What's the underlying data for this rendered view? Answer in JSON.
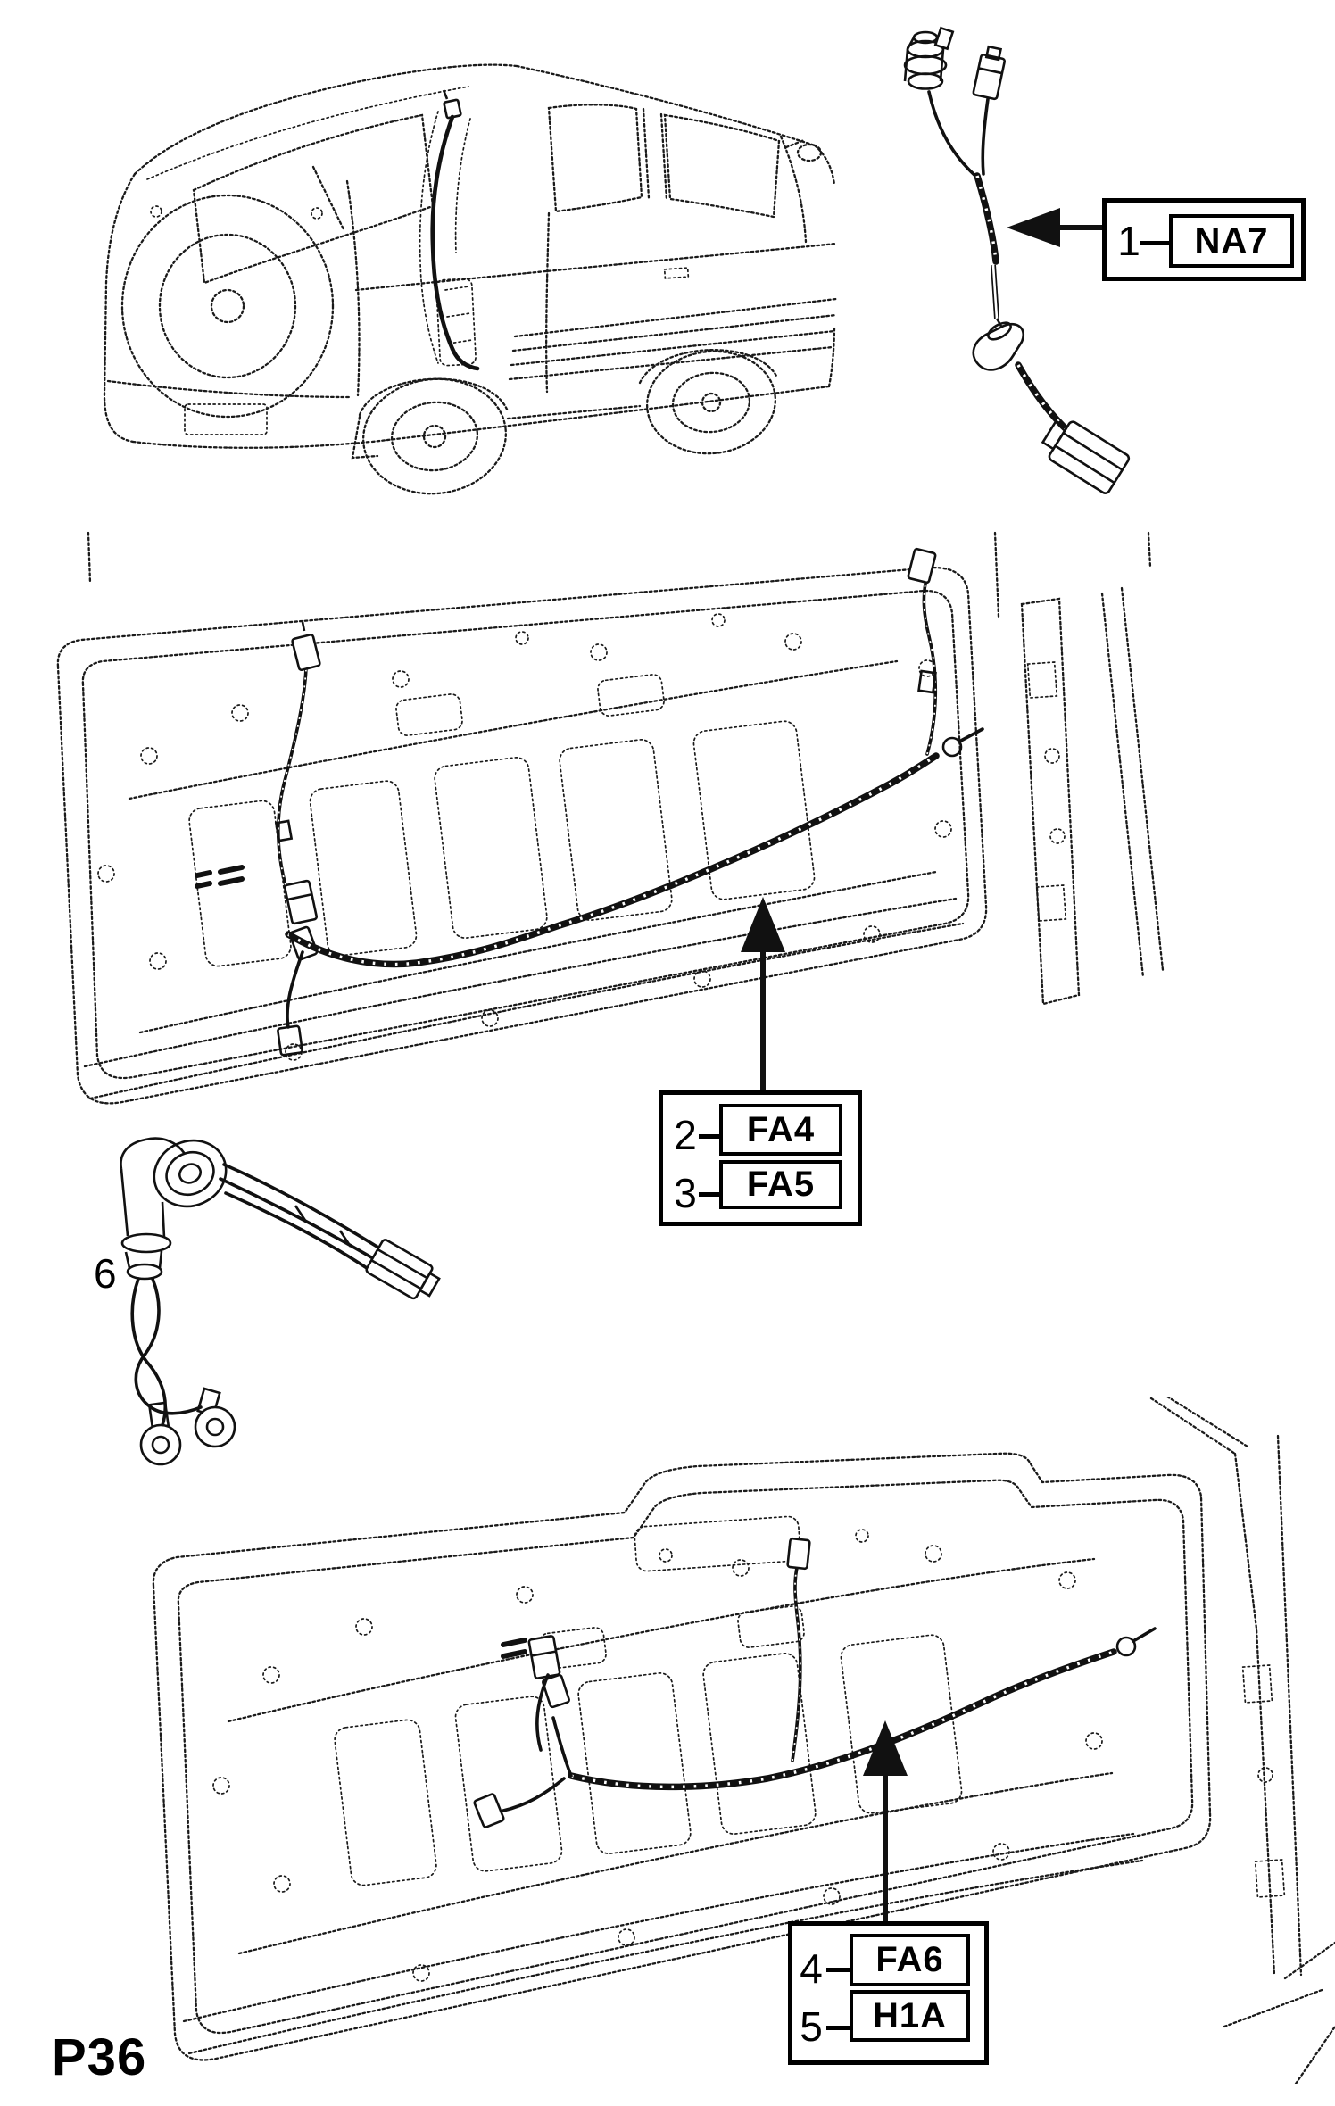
{
  "page": {
    "label": "P36"
  },
  "callouts": {
    "c1": {
      "num": "1",
      "code": "NA7"
    },
    "c2": {
      "num": "2",
      "code": "FA4"
    },
    "c3": {
      "num": "3",
      "code": "FA5"
    },
    "c4": {
      "num": "4",
      "code": "FA6"
    },
    "c5": {
      "num": "5",
      "code": "H1A"
    },
    "c6": {
      "num": "6"
    }
  },
  "colors": {
    "ink": "#111111",
    "paper": "#ffffff"
  }
}
